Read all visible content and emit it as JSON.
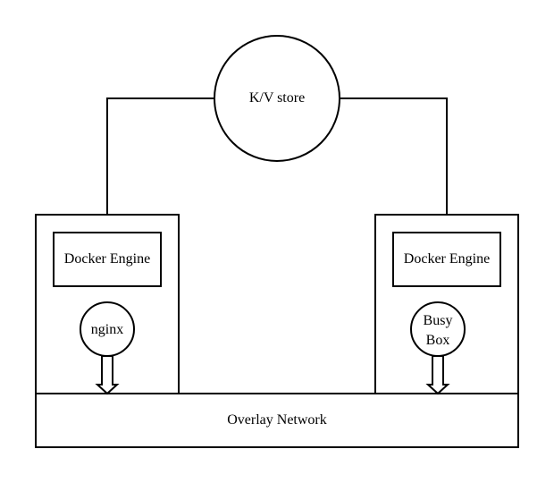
{
  "diagram": {
    "kv_store": {
      "label": "K/V store"
    },
    "host_left": {
      "engine_label": "Docker Engine",
      "container_label": "nginx"
    },
    "host_right": {
      "engine_label": "Docker Engine",
      "container_label_line1": "Busy",
      "container_label_line2": "Box"
    },
    "network": {
      "label": "Overlay Network"
    },
    "colors": {
      "stroke": "#000000",
      "background": "#ffffff"
    }
  }
}
